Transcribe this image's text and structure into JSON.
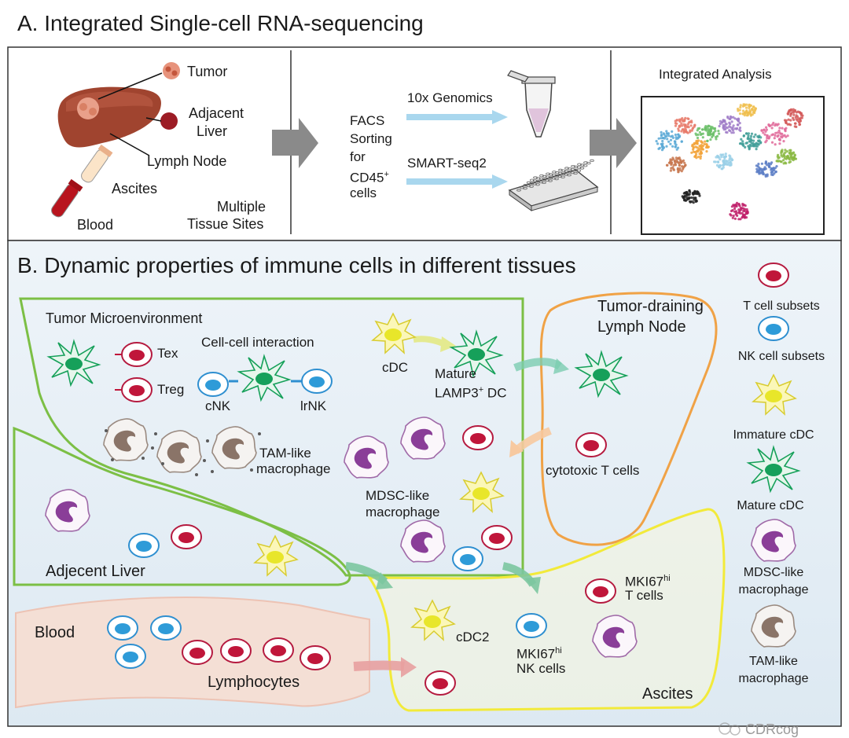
{
  "panel_a": {
    "title": "A. Integrated Single-cell RNA-sequencing",
    "tissues": {
      "tumor": "Tumor",
      "adjacent_liver_1": "Adjacent",
      "adjacent_liver_2": "Liver",
      "lymph_node": "Lymph Node",
      "ascites": "Ascites",
      "blood": "Blood",
      "multiple_1": "Multiple",
      "multiple_2": "Tissue Sites"
    },
    "facs": {
      "l1": "FACS",
      "l2": "Sorting",
      "l3": "for",
      "l4_main": "CD45",
      "l4_sup": "+",
      "l5": "cells"
    },
    "methods": {
      "genomics": "10x Genomics",
      "smart": "SMART-seq2"
    },
    "analysis": "Integrated Analysis"
  },
  "panel_b": {
    "title": "B. Dynamic properties of immune cells in different tissues",
    "tumor_micro": "Tumor Microenvironment",
    "tex": "Tex",
    "treg": "Treg",
    "interaction": "Cell-cell interaction",
    "cnk": "cNK",
    "lrnk": "lrNK",
    "cdc": "cDC",
    "mature_1": "Mature",
    "mature_2_main": "LAMP3",
    "mature_2_sup": "+",
    "mature_2_tail": " DC",
    "tdln_1": "Tumor-draining",
    "tdln_2": "Lymph Node",
    "cytotoxic": "cytotoxic T cells",
    "tam_1": "TAM-like",
    "tam_2": "macrophage",
    "mdsc_1": "MDSC-like",
    "mdsc_2": "macrophage",
    "adjacent_liver": "Adjecent Liver",
    "blood": "Blood",
    "lymphocytes": "Lymphocytes",
    "cdc2": "cDC2",
    "mki_nk_main": "MKI67",
    "mki_nk_sup": "hi",
    "mki_nk_2": "NK cells",
    "mki_t_main": "MKI67",
    "mki_t_sup": "hi",
    "mki_t_2": "T cells",
    "ascites": "Ascites"
  },
  "legend": {
    "t_cell": "T cell subsets",
    "nk_cell": "NK cell subsets",
    "immature": "Immature cDC",
    "mature": "Mature cDC",
    "mdsc_1": "MDSC-like",
    "mdsc_2": "macrophage",
    "tam_1": "TAM-like",
    "tam_2": "macrophage"
  },
  "colors": {
    "t_cell": "#c0163a",
    "nk_cell": "#2e9bd8",
    "immature_dc": "#e8e62a",
    "mature_dc": "#16a05a",
    "mdsc": "#8a3e98",
    "tam": "#8a7468",
    "tumor_border": "#7cbf45",
    "lymph_border": "#f0a246",
    "ascites_border": "#f2ea3a",
    "panel_b_bg": "#e5eff6"
  },
  "watermark": "CDRcog"
}
